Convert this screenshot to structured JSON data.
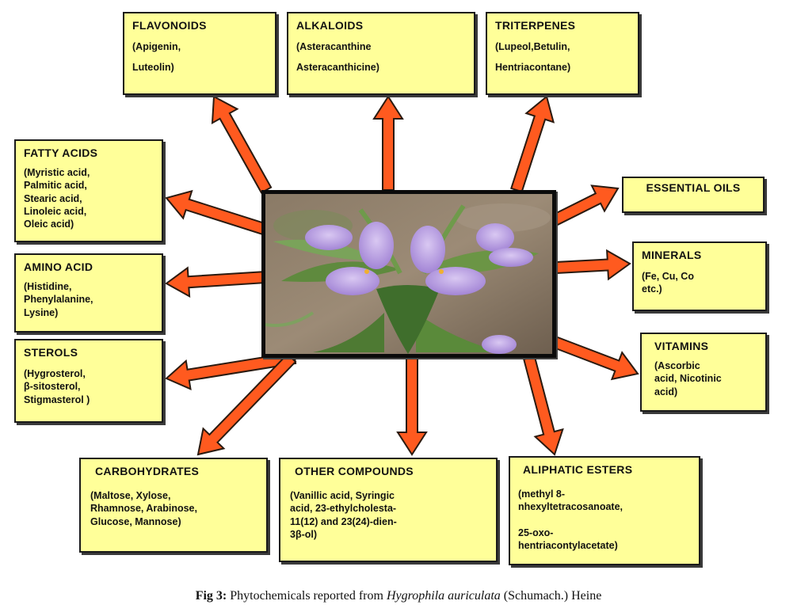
{
  "boxes": {
    "flavonoids": {
      "title": "FLAVONOIDS",
      "lines": [
        "(Apigenin,",
        "Luteolin)"
      ]
    },
    "alkaloids": {
      "title": "ALKALOIDS",
      "lines": [
        "(Asteracanthine",
        "Asteracanthicine)"
      ]
    },
    "triterpenes": {
      "title": "TRITERPENES",
      "lines": [
        "(Lupeol,Betulin,",
        "Hentriacontane)"
      ]
    },
    "fatty_acids": {
      "title": "FATTY ACIDS",
      "lines": [
        "(Myristic acid,",
        "Palmitic acid,",
        "Stearic acid,",
        "Linoleic acid,",
        "Oleic acid)"
      ]
    },
    "essential_oils": {
      "title": "ESSENTIAL OILS"
    },
    "amino_acid": {
      "title": "AMINO ACID",
      "lines": [
        "(Histidine,",
        "Phenylalanine,",
        "Lysine)"
      ]
    },
    "minerals": {
      "title": "MINERALS",
      "lines": [
        "(Fe, Cu, Co",
        "etc.)"
      ]
    },
    "sterols": {
      "title": "STEROLS",
      "lines": [
        "(Hygrosterol,",
        "β-sitosterol,",
        "Stigmasterol )"
      ]
    },
    "vitamins": {
      "title": "VITAMINS",
      "lines": [
        "(Ascorbic",
        "acid, Nicotinic",
        "acid)"
      ]
    },
    "carbohydrates": {
      "title": "CARBOHYDRATES",
      "lines": [
        "(Maltose, Xylose,",
        "Rhamnose, Arabinose,",
        "Glucose, Mannose)"
      ]
    },
    "other_compounds": {
      "title": "OTHER COMPOUNDS",
      "lines": [
        "(Vanillic acid, Syringic",
        "acid, 23-ethylcholesta-",
        "11(12) and 23(24)-dien-",
        "3β-ol)"
      ]
    },
    "aliphatic_esters": {
      "title": "ALIPHATIC ESTERS",
      "lines": [
        "(methyl 8-",
        "nhexyltetracosanoate,",
        "25-oxo-",
        "hentriacontylacetate)"
      ]
    }
  },
  "caption": {
    "label": "Fig 3:",
    "text_before": "Phytochemicals reported from",
    "species": "Hygrophila auriculata",
    "text_after": "(Schumach.) Heine"
  },
  "colors": {
    "box_fill": "#ffff99",
    "arrow_fill": "#ff5a1f",
    "arrow_stroke": "#2a1a10"
  }
}
